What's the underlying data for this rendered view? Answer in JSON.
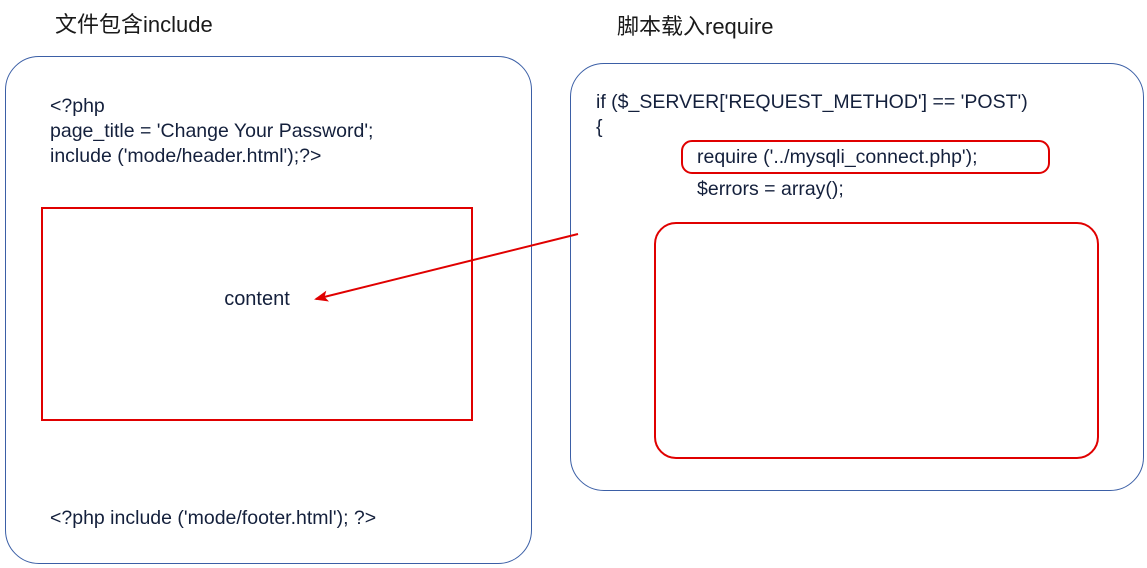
{
  "panels": {
    "include": {
      "title": "文件包含include",
      "header_code": "<?php\npage_title = 'Change Your Password';\ninclude ('mode/header.html');?>",
      "content_label": "content",
      "footer_code": "<?php include ('mode/footer.html'); ?>"
    },
    "require": {
      "title": "脚本载入require",
      "header_code": "if ($_SERVER['REQUEST_METHOD'] == 'POST')\n{",
      "highlight_code": "require ('../mysqli_connect.php');",
      "errors_code": "$errors = array();"
    }
  },
  "annotations": {
    "arrow_label": "points from require body to include content area"
  },
  "colors": {
    "container_border": "#3b5fa6",
    "highlight_border": "#e00000",
    "arrow": "#e00000",
    "text": "#14203c",
    "title_text": "#1a1a1a",
    "background": "#ffffff"
  }
}
